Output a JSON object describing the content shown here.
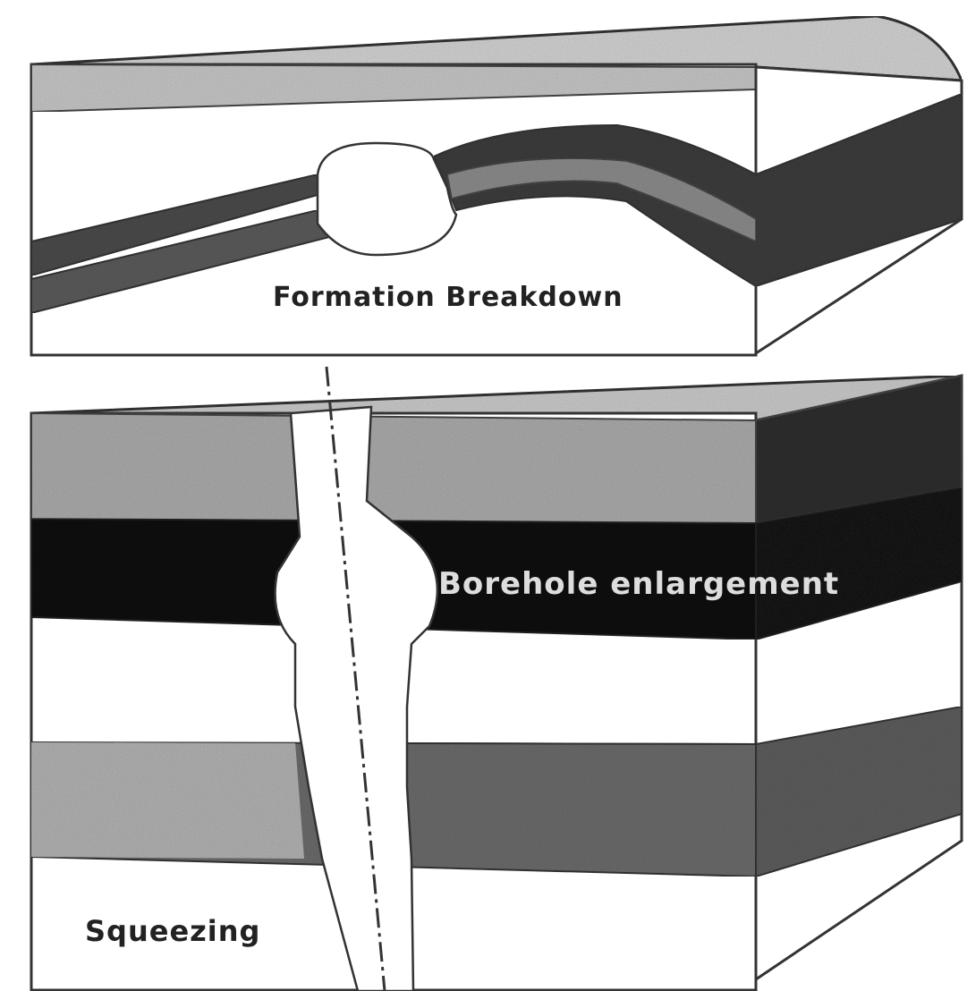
{
  "labels": {
    "top_block": "Formation Breakdown",
    "enlargement": "Borehole enlargement",
    "squeezing": "Squeezing"
  },
  "colors": {
    "background": "#ffffff",
    "outline": "#333333",
    "light_layer": "#b8b8b8",
    "medium_layer": "#6e6e6e",
    "dark_layer": "#111111",
    "label_dark": "#222222",
    "label_light": "#dddddd"
  }
}
